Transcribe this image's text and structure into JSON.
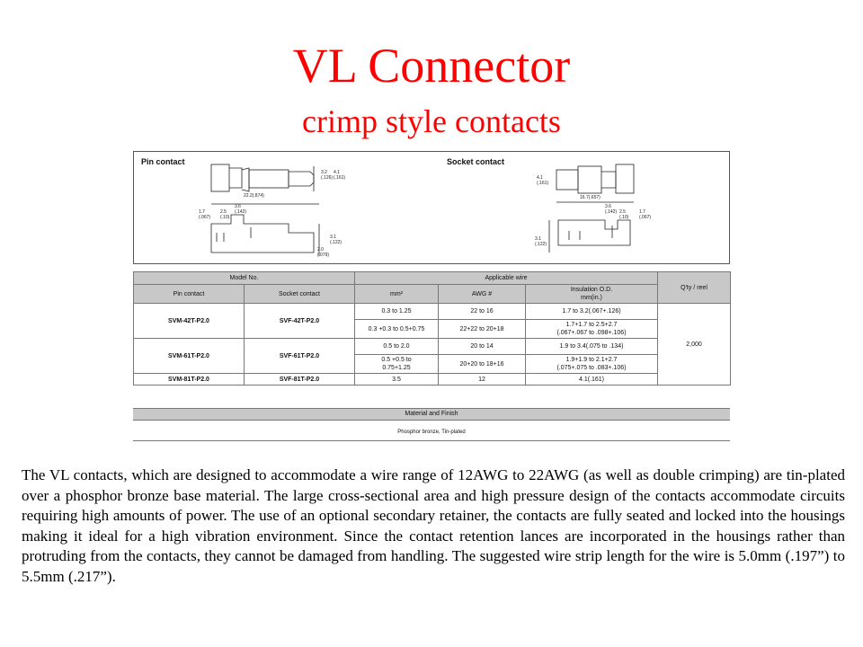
{
  "title": "VL Connector",
  "subtitle": "crimp style contacts",
  "drawing": {
    "pin_label": "Pin contact",
    "socket_label": "Socket contact",
    "pin_dims": [
      "22.2(.874)",
      "3.6\n(.142)",
      "1.7\n(.067)",
      "2.5\n(.10)",
      "3.2\n(.126)",
      "4.1\n(.161)",
      "3.1\n(.122)",
      "2.0\n(.079)"
    ],
    "socket_dims": [
      "16.7(.657)",
      "3.6\n(.142)",
      "1.7\n(.067)",
      "2.5\n(.10)",
      "4.1\n(.161)",
      "3.1\n(.122)"
    ]
  },
  "table": {
    "headers": {
      "model_no": "Model No.",
      "applicable_wire": "Applicable wire",
      "qty_reel": "Q'ty / reel",
      "pin_contact": "Pin contact",
      "socket_contact": "Socket contact",
      "mm2": "mm²",
      "awg": "AWG #",
      "insulation": "Insulation O.D.\nmm(in.)"
    },
    "rows": [
      {
        "pin": "SVM-42T-P2.0",
        "socket": "SVF-42T-P2.0",
        "lines": [
          {
            "mm2": "0.3 to 1.25",
            "awg": "22 to 16",
            "insulation": "1.7 to 3.2(.067+.126)"
          },
          {
            "mm2": "0.3 +0.3 to 0.5+0.75",
            "awg": "22+22 to 20+18",
            "insulation": "1.7+1.7 to 2.5+2.7\n(.067+.067 to .098+.106)"
          }
        ]
      },
      {
        "pin": "SVM-61T-P2.0",
        "socket": "SVF-61T-P2.0",
        "lines": [
          {
            "mm2": "0.5 to 2.0",
            "awg": "20 to 14",
            "insulation": "1.9 to 3.4(.075 to .134)"
          },
          {
            "mm2": "0.5 +0.5 to\n0.75+1.25",
            "awg": "20+20 to 18+16",
            "insulation": "1.9+1.9 to 2.1+2.7\n(.075+.075 to .083+.106)"
          }
        ]
      },
      {
        "pin": "SVM-81T-P2.0",
        "socket": "SVF-81T-P2.0",
        "lines": [
          {
            "mm2": "3.5",
            "awg": "12",
            "insulation": "4.1(.161)"
          }
        ]
      }
    ],
    "qty": "2,000",
    "material_header": "Material and Finish",
    "material_value": "Phosphor bronze, Tin-plated"
  },
  "paragraph": "The VL contacts, which are designed to accommodate a wire range of 12AWG to 22AWG (as well as double crimping) are tin-plated over a phosphor bronze base material. The large cross-sectional area and high pressure design of the contacts accommodate circuits requiring high amounts of power. The use of an optional secondary retainer, the contacts are fully seated and locked into the housings making it ideal for a high vibration environment. Since the contact retention lances are incorporated in the housings rather than protruding from the contacts, they cannot be damaged from handling. The suggested wire strip length for the wire is 5.0mm (.197”) to 5.5mm (.217”)."
}
